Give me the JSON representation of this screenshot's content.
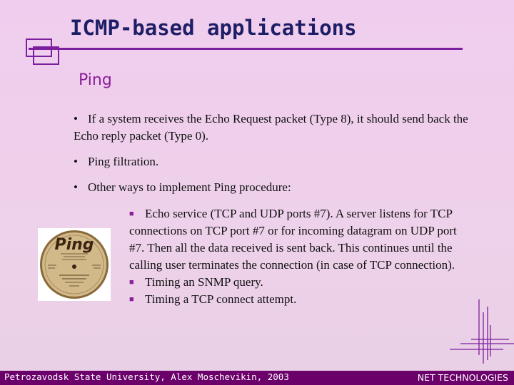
{
  "slide": {
    "title": "ICMP-based applications",
    "subtitle": "Ping",
    "bullets": [
      "If a system receives the Echo Request packet (Type 8), it should send back the Echo reply packet (Type 0).",
      "Ping filtration.",
      "Other ways to implement Ping procedure:"
    ],
    "sub_bullets": [
      "Echo service (TCP and UDP ports #7). A server listens for TCP connections on TCP port #7 or for incoming datagram on UDP port #7. Then all the data received is sent back. This continues until the calling user terminates the connection (in case of TCP connection).",
      "Timing an SNMP query.",
      "Timing a TCP connect attempt."
    ],
    "bullet_marker": "•",
    "sub_bullet_marker": "■"
  },
  "record_label": {
    "title": "Ping"
  },
  "footer": {
    "left": "Petrozavodsk State University, Alex Moschevikin, 2003",
    "right": "NET TECHNOLOGIES"
  },
  "colors": {
    "accent": "#7b1f9e",
    "title": "#1e1e66",
    "footer_bg": "#6b006b"
  }
}
